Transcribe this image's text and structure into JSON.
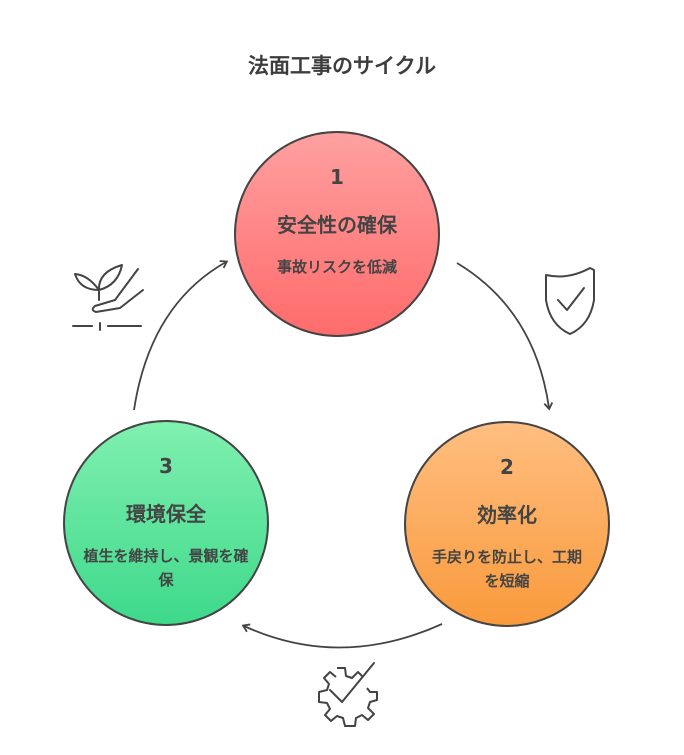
{
  "title": "法面工事のサイクル",
  "nodes": [
    {
      "number": "1",
      "heading": "安全性の確保",
      "description": "事故リスクを低減",
      "icon": "shield-check-icon",
      "color": "#ff7f7f"
    },
    {
      "number": "2",
      "heading": "効率化",
      "description": "手戻りを防止し、工期を短縮",
      "icon": "gear-check-icon",
      "color": "#fbab5e"
    },
    {
      "number": "3",
      "heading": "環境保全",
      "description": "植生を維持し、景観を確保",
      "icon": "plant-hand-icon",
      "color": "#5ee49d"
    }
  ]
}
